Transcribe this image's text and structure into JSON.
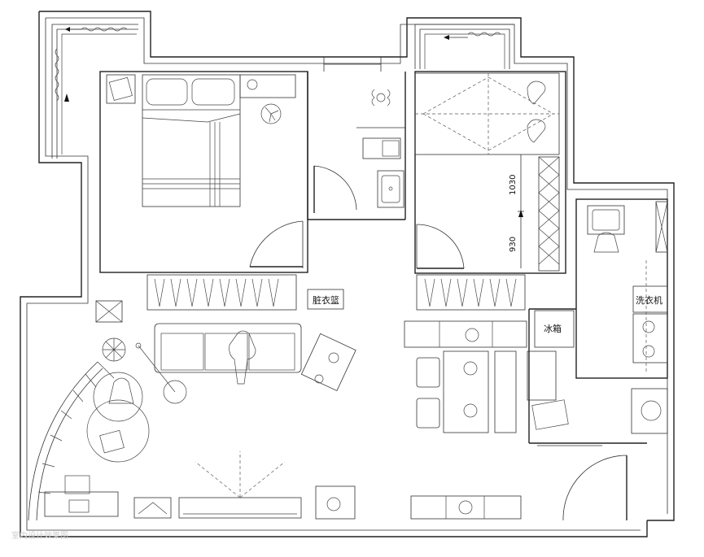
{
  "labels": {
    "laundry_basket": "脏衣篮",
    "fridge": "冰箱",
    "washer": "洗衣机"
  },
  "dimensions": {
    "upper": "1030",
    "lower": "930"
  },
  "watermark": "室内设计效果图"
}
